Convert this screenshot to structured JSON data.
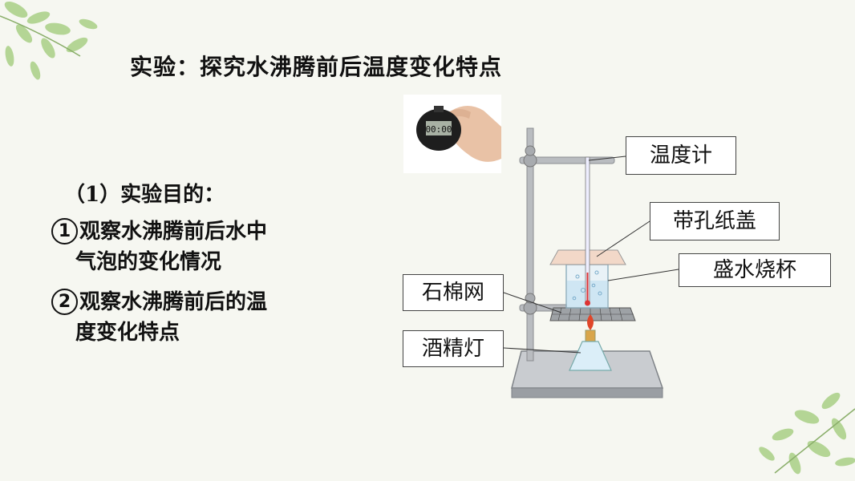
{
  "title": "实验：探究水沸腾前后温度变化特点",
  "goal_heading": "（1）实验目的：",
  "goals": [
    {
      "num": "1",
      "line1": "观察水沸腾前后水中",
      "line2": "气泡的变化情况"
    },
    {
      "num": "2",
      "line1": "观察水沸腾前后的温",
      "line2": "度变化特点"
    }
  ],
  "apparatus_labels": {
    "thermometer": "温度计",
    "lid": "带孔纸盖",
    "beaker": "盛水烧杯",
    "gauze": "石棉网",
    "lamp": "酒精灯"
  },
  "stopwatch_display": "00:00",
  "colors": {
    "leaf": "#9cc77a",
    "flame": "#e0462a",
    "water": "#cfe6f3",
    "stand": "#b9bcc0"
  }
}
